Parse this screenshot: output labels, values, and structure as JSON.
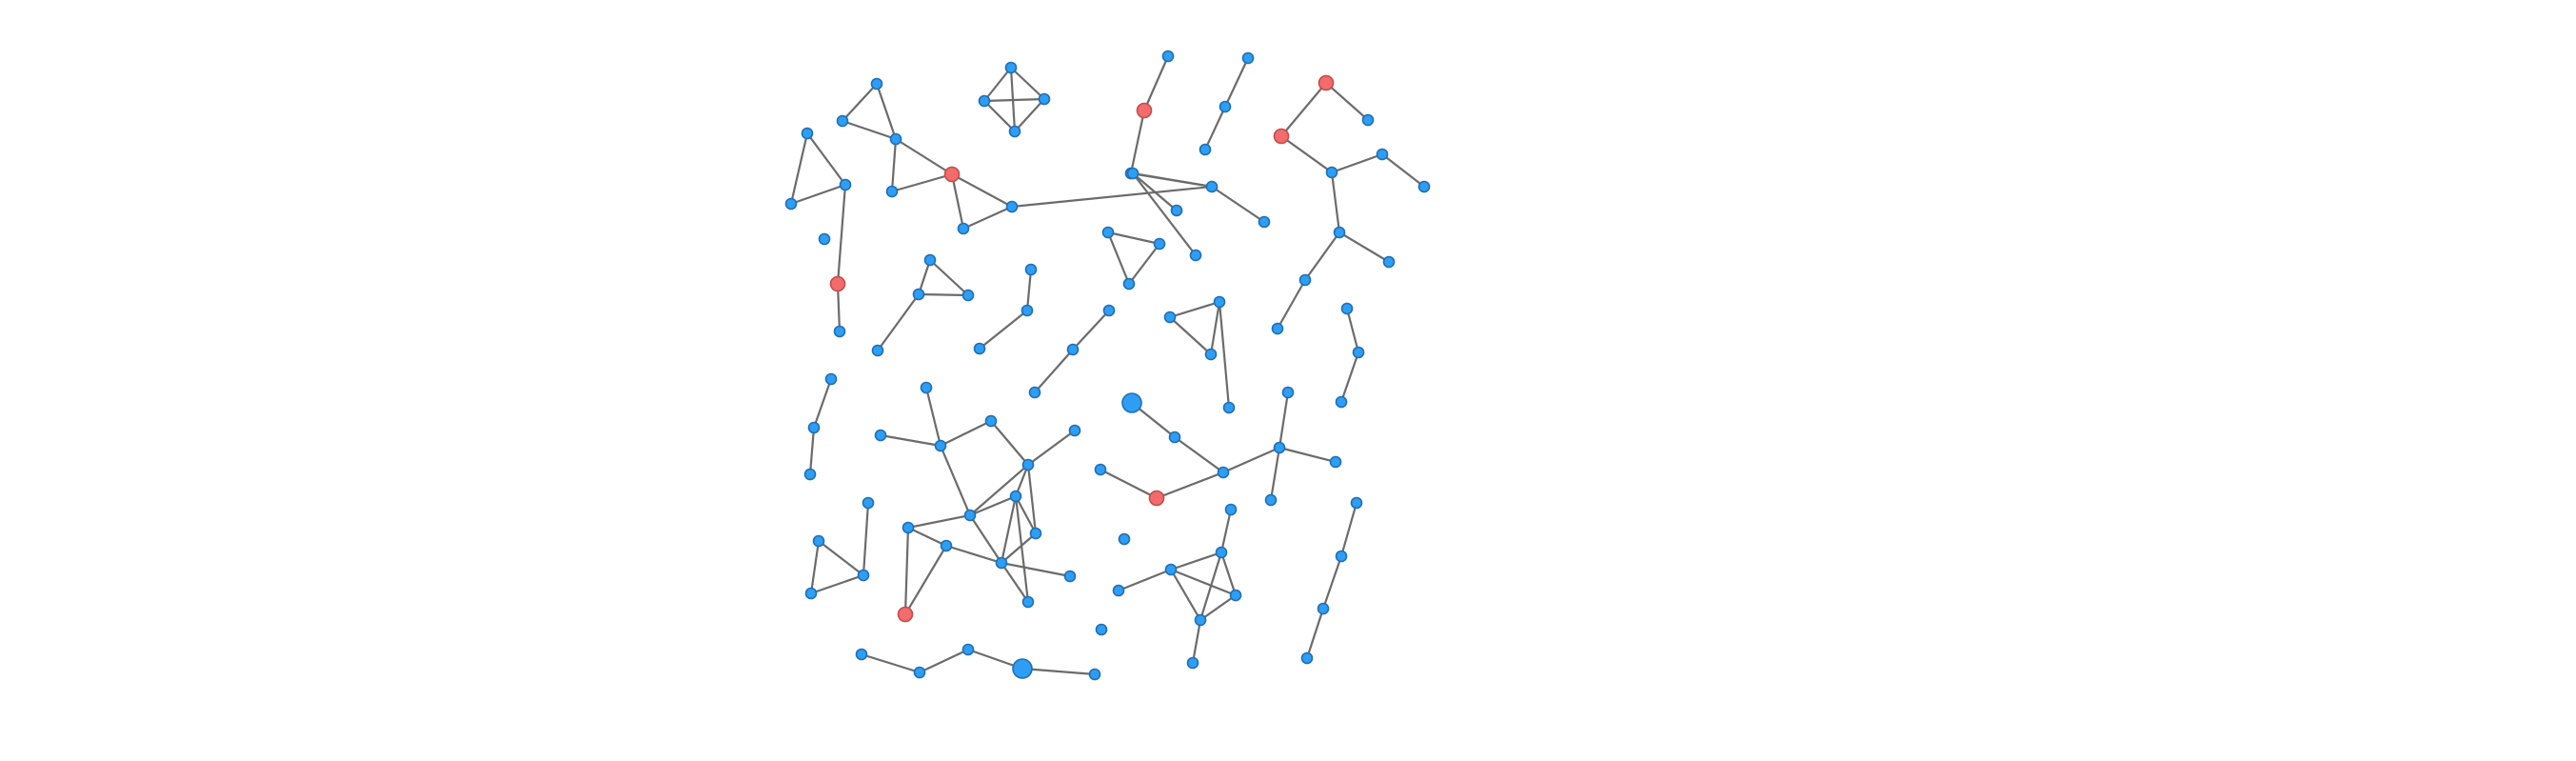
{
  "graph": {
    "colors": {
      "normal_fill": "#2e9ef5",
      "normal_stroke": "#1f6fb3",
      "highlight_fill": "#f46b6b",
      "highlight_stroke": "#c44b4b",
      "edge": "#6b6b6b"
    },
    "nodes": [
      {
        "id": 1
      },
      {
        "id": 2
      },
      {
        "id": 3
      },
      {
        "id": 4
      },
      {
        "id": 5
      },
      {
        "id": 6
      },
      {
        "id": 7
      },
      {
        "id": 8
      },
      {
        "id": 9
      },
      {
        "id": 10
      },
      {
        "id": 11
      },
      {
        "id": 12,
        "type": "highlight"
      },
      {
        "id": 13
      },
      {
        "id": 14
      },
      {
        "id": 15
      },
      {
        "id": 16
      },
      {
        "id": 17
      },
      {
        "id": 18
      },
      {
        "id": 19
      },
      {
        "id": 20
      },
      {
        "id": 21
      },
      {
        "id": 22
      },
      {
        "id": 23,
        "type": "highlight"
      },
      {
        "id": 24
      },
      {
        "id": 25
      },
      {
        "id": 26
      },
      {
        "id": 27
      },
      {
        "id": 28
      },
      {
        "id": 29
      },
      {
        "id": 30
      },
      {
        "id": 31
      },
      {
        "id": 32
      },
      {
        "id": 33
      },
      {
        "id": 34
      },
      {
        "id": 35
      },
      {
        "id": 36
      },
      {
        "id": 37
      },
      {
        "id": 38
      },
      {
        "id": 39
      },
      {
        "id": 40
      },
      {
        "id": 41
      },
      {
        "id": 42
      },
      {
        "id": 43
      },
      {
        "id": 44
      },
      {
        "id": 45,
        "type": "highlight"
      },
      {
        "id": 46
      },
      {
        "id": 47
      },
      {
        "id": 48,
        "type": "highlight"
      },
      {
        "id": 49,
        "type": "highlight"
      },
      {
        "id": 50
      },
      {
        "id": 51
      },
      {
        "id": 52
      },
      {
        "id": 53
      },
      {
        "id": 54
      },
      {
        "id": 55
      },
      {
        "id": 56
      },
      {
        "id": 57
      },
      {
        "id": 58
      },
      {
        "id": 59
      },
      {
        "id": 60
      },
      {
        "id": 61
      },
      {
        "id": 62
      },
      {
        "id": 63
      },
      {
        "id": 64
      },
      {
        "id": 65
      },
      {
        "id": 66
      },
      {
        "id": 67
      },
      {
        "id": 68
      },
      {
        "id": 69
      },
      {
        "id": 70
      },
      {
        "id": 71
      },
      {
        "id": 72
      },
      {
        "id": 73
      },
      {
        "id": 74
      },
      {
        "id": 75
      },
      {
        "id": 76
      },
      {
        "id": 77
      },
      {
        "id": 78
      },
      {
        "id": 79
      },
      {
        "id": 80
      },
      {
        "id": 81
      },
      {
        "id": 82
      },
      {
        "id": 83
      },
      {
        "id": 84
      },
      {
        "id": 85
      },
      {
        "id": 86
      },
      {
        "id": 87
      },
      {
        "id": 88
      },
      {
        "id": 89
      },
      {
        "id": 90
      },
      {
        "id": 91
      },
      {
        "id": 92,
        "type": "highlight"
      },
      {
        "id": 93
      },
      {
        "id": 94,
        "type": "large"
      },
      {
        "id": 95
      },
      {
        "id": 96
      },
      {
        "id": 97
      },
      {
        "id": 98
      },
      {
        "id": 99
      },
      {
        "id": 100
      },
      {
        "id": 101,
        "type": "large"
      },
      {
        "id": 102
      },
      {
        "id": 103
      },
      {
        "id": 104
      },
      {
        "id": 105
      },
      {
        "id": 106
      },
      {
        "id": 107
      },
      {
        "id": 108
      },
      {
        "id": 109
      },
      {
        "id": 110
      },
      {
        "id": 111
      },
      {
        "id": 112
      },
      {
        "id": 113
      },
      {
        "id": 114
      },
      {
        "id": 115
      },
      {
        "id": 116
      },
      {
        "id": 117
      },
      {
        "id": 118
      },
      {
        "id": 119
      },
      {
        "id": 120
      },
      {
        "id": 121
      },
      {
        "id": 122
      },
      {
        "id": 123
      },
      {
        "id": 124
      },
      {
        "id": 125
      },
      {
        "id": 126
      },
      {
        "id": 127
      },
      {
        "id": 128
      },
      {
        "id": 129
      },
      {
        "id": 130
      },
      {
        "id": 131
      },
      {
        "id": 132
      },
      {
        "id": 133,
        "type": "highlight"
      },
      {
        "id": 134
      },
      {
        "id": 135
      },
      {
        "id": 136
      },
      {
        "id": 137
      },
      {
        "id": 138
      },
      {
        "id": 139
      }
    ],
    "edges": [
      [
        1,
        2
      ],
      [
        1,
        4
      ],
      [
        2,
        4
      ],
      [
        3,
        4
      ],
      [
        3,
        5
      ],
      [
        4,
        5
      ],
      [
        2,
        6
      ],
      [
        3,
        6
      ],
      [
        7,
        8
      ],
      [
        8,
        9
      ],
      [
        9,
        10
      ],
      [
        10,
        11
      ],
      [
        11,
        9
      ],
      [
        10,
        12
      ],
      [
        12,
        13
      ],
      [
        13,
        14
      ],
      [
        15,
        16
      ],
      [
        16,
        17
      ],
      [
        17,
        18
      ],
      [
        18,
        15
      ],
      [
        15,
        17
      ],
      [
        16,
        18
      ],
      [
        19,
        20
      ],
      [
        20,
        21
      ],
      [
        22,
        23
      ],
      [
        23,
        24
      ],
      [
        25,
        26
      ],
      [
        26,
        27
      ],
      [
        27,
        28
      ],
      [
        26,
        29
      ],
      [
        29,
        30
      ],
      [
        30,
        31
      ],
      [
        31,
        32
      ],
      [
        29,
        33
      ],
      [
        33,
        34
      ],
      [
        33,
        35
      ],
      [
        36,
        37
      ],
      [
        37,
        38
      ],
      [
        38,
        39
      ],
      [
        39,
        40
      ],
      [
        37,
        39
      ],
      [
        38,
        40
      ],
      [
        36,
        40
      ],
      [
        41,
        42
      ],
      [
        42,
        43
      ],
      [
        43,
        44
      ],
      [
        44,
        45
      ],
      [
        41,
        45
      ],
      [
        45,
        46
      ],
      [
        46,
        47
      ],
      [
        47,
        48
      ],
      [
        48,
        49
      ],
      [
        46,
        50
      ],
      [
        50,
        51
      ],
      [
        50,
        52
      ],
      [
        52,
        53
      ],
      [
        53,
        54
      ],
      [
        55,
        56
      ],
      [
        56,
        57
      ],
      [
        57,
        55
      ],
      [
        55,
        58
      ],
      [
        58,
        59
      ],
      [
        60,
        61
      ],
      [
        61,
        62
      ],
      [
        62,
        63
      ],
      [
        63,
        60
      ],
      [
        61,
        64
      ],
      [
        65,
        66
      ],
      [
        66,
        67
      ],
      [
        68,
        69
      ],
      [
        69,
        70
      ],
      [
        71,
        72
      ],
      [
        72,
        73
      ],
      [
        73,
        71
      ],
      [
        74,
        75
      ],
      [
        75,
        76
      ],
      [
        76,
        74
      ],
      [
        75,
        77
      ],
      [
        77,
        78
      ],
      [
        75,
        79
      ],
      [
        79,
        80
      ],
      [
        81,
        82
      ],
      [
        82,
        83
      ],
      [
        84,
        85
      ],
      [
        85,
        86
      ],
      [
        86,
        87
      ],
      [
        87,
        88
      ],
      [
        88,
        89
      ],
      [
        89,
        86
      ],
      [
        86,
        90
      ],
      [
        90,
        91
      ],
      [
        91,
        92
      ],
      [
        91,
        93
      ],
      [
        91,
        94
      ],
      [
        91,
        95
      ],
      [
        91,
        96
      ],
      [
        94,
        97
      ],
      [
        97,
        98
      ],
      [
        98,
        99
      ],
      [
        99,
        100
      ],
      [
        100,
        101
      ],
      [
        102,
        103
      ],
      [
        103,
        104
      ],
      [
        105,
        106
      ],
      [
        106,
        107
      ],
      [
        107,
        108
      ],
      [
        109,
        110
      ],
      [
        110,
        111
      ],
      [
        112,
        113
      ],
      [
        113,
        114
      ],
      [
        114,
        115
      ],
      [
        115,
        112
      ],
      [
        112,
        116
      ],
      [
        116,
        117
      ],
      [
        117,
        118
      ],
      [
        118,
        119
      ],
      [
        119,
        116
      ],
      [
        119,
        120
      ],
      [
        119,
        121
      ],
      [
        118,
        122
      ],
      [
        122,
        123
      ],
      [
        123,
        124
      ],
      [
        124,
        125
      ],
      [
        125,
        126
      ],
      [
        125,
        127
      ],
      [
        127,
        128
      ],
      [
        128,
        129
      ],
      [
        129,
        130
      ],
      [
        130,
        131
      ],
      [
        131,
        132
      ],
      [
        126,
        133
      ],
      [
        116,
        123
      ],
      [
        124,
        118
      ],
      [
        134,
        135
      ],
      [
        135,
        136
      ],
      [
        136,
        137
      ],
      [
        137,
        138
      ],
      [
        138,
        139
      ]
    ]
  }
}
